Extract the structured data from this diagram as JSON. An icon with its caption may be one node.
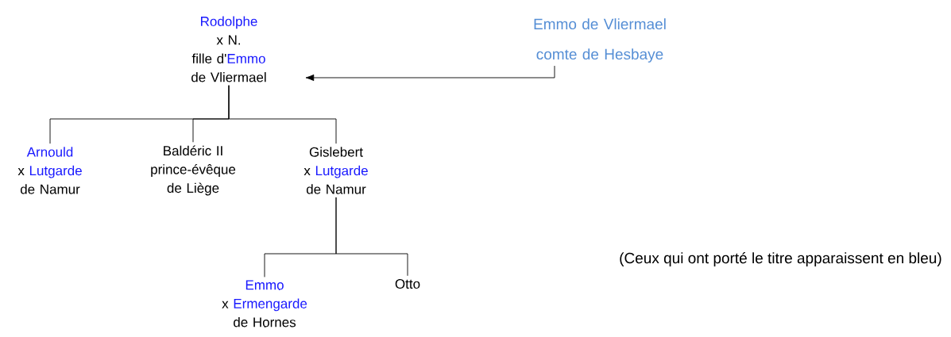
{
  "diagram": {
    "nodes": [
      {
        "text": [
          "Rodolphe",
          "x N.",
          "fille d'",
          "Emmo",
          "de Vliermael"
        ]
      },
      {
        "text": [
          "Emmo de Vliermael",
          "comte de Hesbaye"
        ]
      },
      {
        "text": [
          "Arnould",
          "x",
          "Lutgarde",
          "de Namur"
        ]
      },
      {
        "text": [
          "Baldéric II",
          "prince-évêque de Liège"
        ]
      },
      {
        "text": [
          "Gislebert",
          "x",
          "Lutgarde",
          "de Namur"
        ]
      },
      {
        "text": [
          "Emmo",
          "x",
          "Ermengarde",
          "de Hornes"
        ]
      },
      {
        "text": [
          "Otto"
        ]
      }
    ],
    "edges": [
      {
        "from": 1,
        "to": 0,
        "arrow": "to"
      },
      {
        "from": 0,
        "to": 2,
        "arrow": "none"
      },
      {
        "from": 0,
        "to": 3,
        "arrow": "none"
      },
      {
        "from": 0,
        "to": 4,
        "arrow": "none"
      },
      {
        "from": 4,
        "to": 5,
        "arrow": "none"
      },
      {
        "from": 4,
        "to": 6,
        "arrow": "none"
      }
    ],
    "labels": [
      "(Ceux qui ont porté le titre apparaissent en bleu)"
    ]
  }
}
